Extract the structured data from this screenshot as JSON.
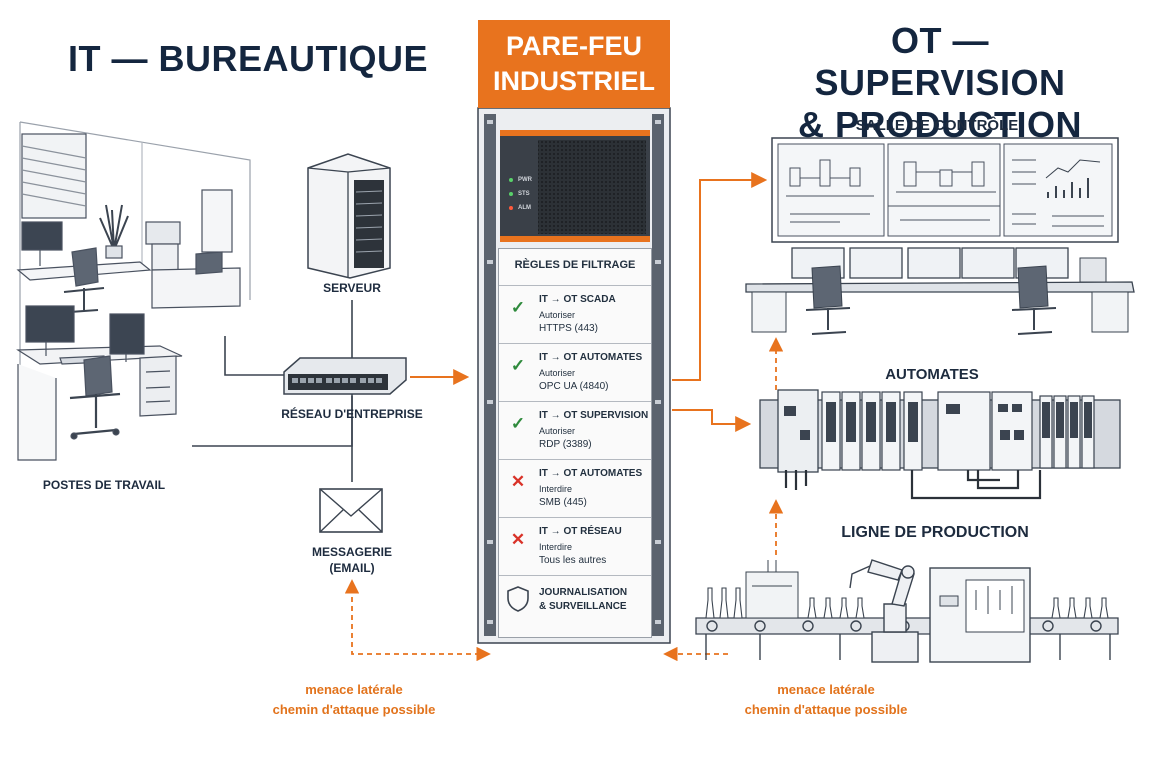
{
  "titles": {
    "it": "IT — BUREAUTIQUE",
    "ot_line1": "OT — SUPERVISION",
    "ot_line2": "& PRODUCTION"
  },
  "firewall": {
    "title_line1": "PARE-FEU",
    "title_line2": "INDUSTRIEL",
    "leds": [
      "PWR",
      "STS",
      "ALM"
    ],
    "rules_title": "RÈGLES DE FILTRAGE",
    "rules": [
      {
        "status": "allow",
        "mark": "✓",
        "path": "IT → OT SCADA",
        "action": "Autoriser",
        "protocol": "HTTPS (443)"
      },
      {
        "status": "allow",
        "mark": "✓",
        "path": "IT → OT AUTOMATES",
        "action": "Autoriser",
        "protocol": "OPC UA (4840)"
      },
      {
        "status": "allow",
        "mark": "✓",
        "path": "IT → OT SUPERVISION",
        "action": "Autoriser",
        "protocol": "RDP (3389)"
      },
      {
        "status": "deny",
        "mark": "✕",
        "path": "IT → OT AUTOMATES",
        "action": "Interdire",
        "protocol": "SMB (445)"
      },
      {
        "status": "deny",
        "mark": "✕",
        "path": "IT → OT RÉSEAU",
        "action": "Interdire",
        "protocol": "Tous les autres"
      }
    ],
    "logging_line1": "JOURNALISATION",
    "logging_line2": "& SURVEILLANCE"
  },
  "it_side": {
    "server_label": "SERVEUR",
    "network_label": "RÉSEAU D'ENTREPRISE",
    "workstations_label": "POSTES DE TRAVAIL",
    "mail_label_line1": "MESSAGERIE",
    "mail_label_line2": "(EMAIL)"
  },
  "ot_side": {
    "control_room_label": "SALLE DE CONTRÔLE",
    "plc_label": "AUTOMATES",
    "production_label": "LIGNE DE PRODUCTION"
  },
  "threats": {
    "left_line1": "menace latérale",
    "left_line2": "chemin d'attaque possible",
    "right_line1": "menace latérale",
    "right_line2": "chemin d'attaque possible"
  },
  "colors": {
    "accent": "#e8731e",
    "navy": "#14263f",
    "allow": "#2e8a3c",
    "deny": "#d93228"
  }
}
